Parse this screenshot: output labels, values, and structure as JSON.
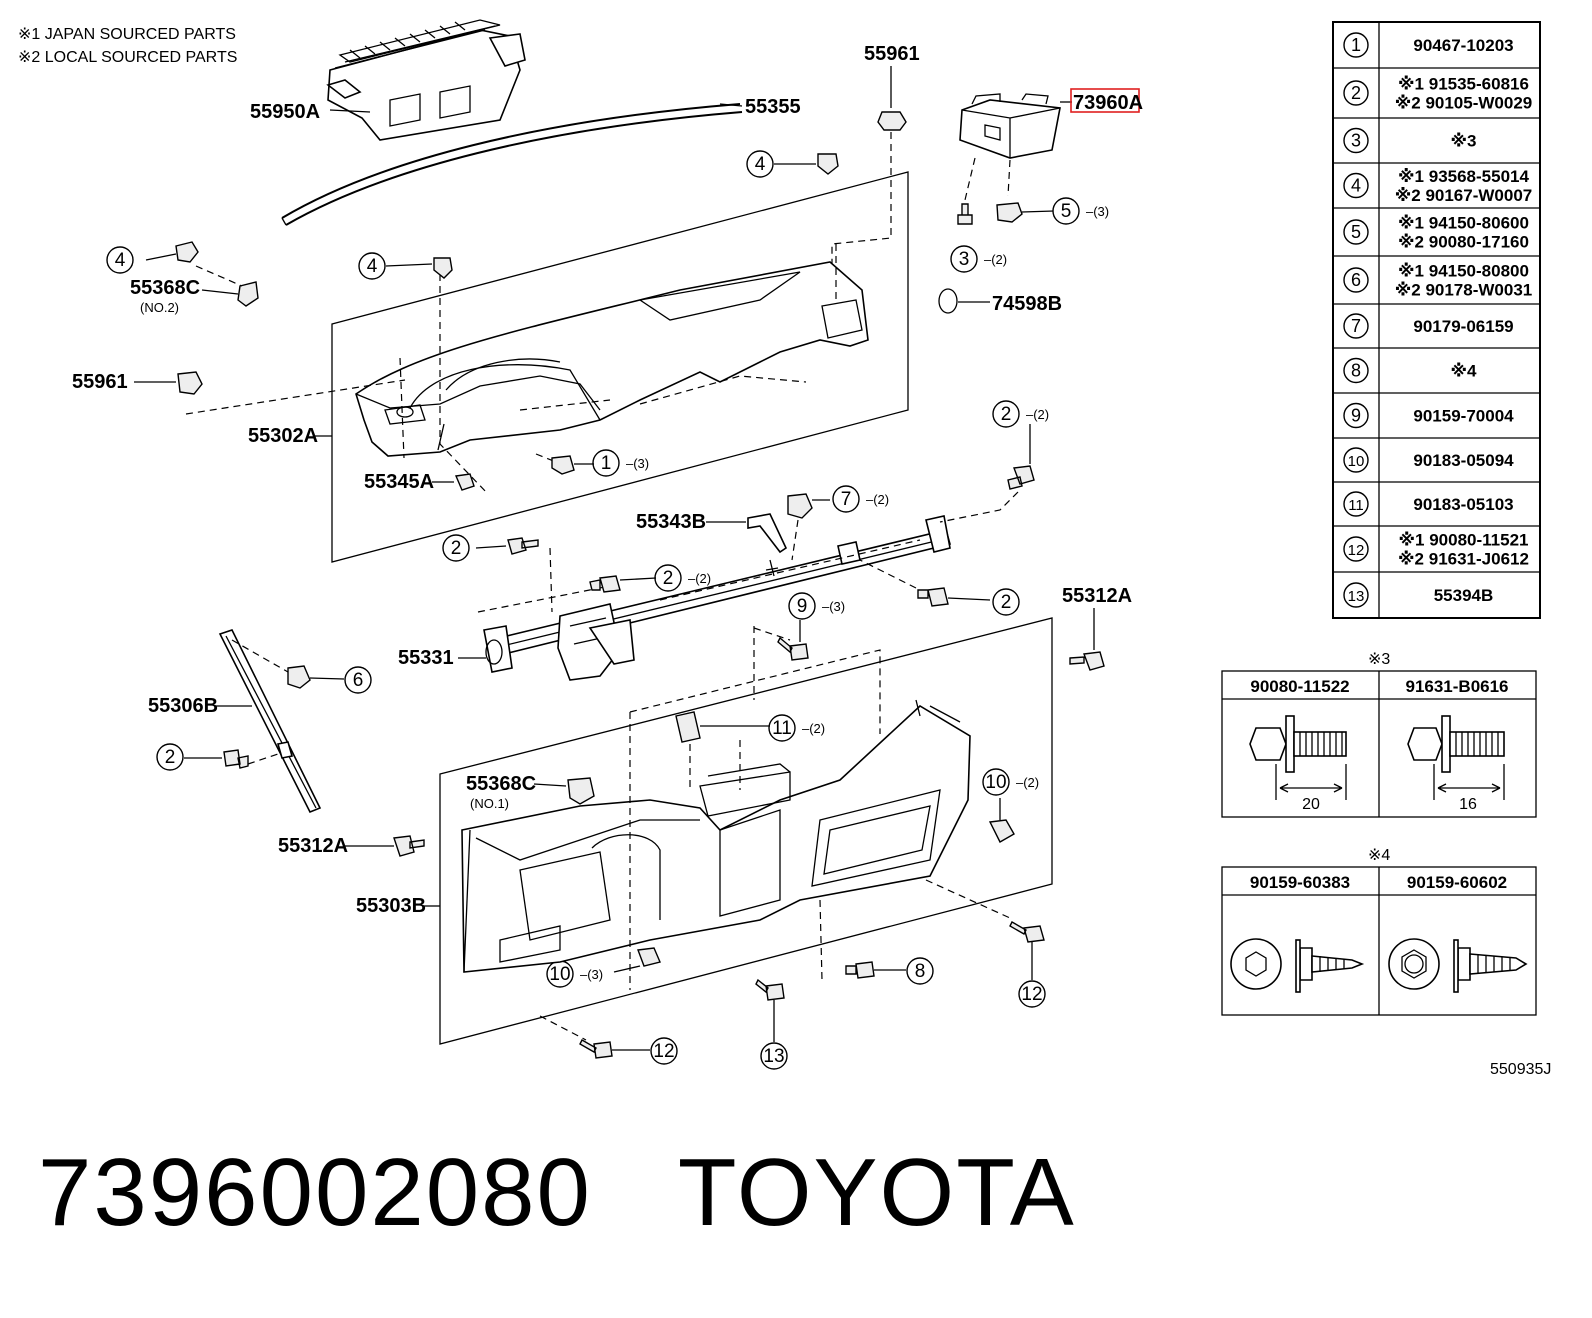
{
  "notes": [
    "※1 JAPAN SOURCED PARTS",
    "※2 LOCAL SOURCED PARTS"
  ],
  "highlight_color": "#e02020",
  "labels": {
    "p55950A": "55950A",
    "p55355": "55355",
    "p55961_top": "55961",
    "p73960A": "73960A",
    "p55368C_no2": "55368C",
    "no2": "(NO.2)",
    "p74598B": "74598B",
    "p55961_left": "55961",
    "p55302A": "55302A",
    "p55345A": "55345A",
    "p55343B": "55343B",
    "p55331": "55331",
    "p55312A_right": "55312A",
    "p55306B": "55306B",
    "p55368C_no1": "55368C",
    "no1": "(NO.1)",
    "p55312A_left": "55312A",
    "p55303B": "55303B"
  },
  "callouts": {
    "c4a": {
      "num": "4",
      "qty": ""
    },
    "c4b": {
      "num": "4",
      "qty": ""
    },
    "c4c": {
      "num": "4",
      "qty": ""
    },
    "c5": {
      "num": "5",
      "qty": "(3)"
    },
    "c3": {
      "num": "3",
      "qty": "(2)"
    },
    "c1": {
      "num": "1",
      "qty": "(3)"
    },
    "c2top": {
      "num": "2",
      "qty": "(2)"
    },
    "c7": {
      "num": "7",
      "qty": "(2)"
    },
    "c2left": {
      "num": "2",
      "qty": ""
    },
    "c2mid": {
      "num": "2",
      "qty": "(2)"
    },
    "c2right": {
      "num": "2",
      "qty": ""
    },
    "c9": {
      "num": "9",
      "qty": "(3)"
    },
    "c6": {
      "num": "6",
      "qty": ""
    },
    "c11": {
      "num": "11",
      "qty": "(2)"
    },
    "c2strap": {
      "num": "2",
      "qty": ""
    },
    "c10right": {
      "num": "10",
      "qty": "(2)"
    },
    "c10bottom": {
      "num": "10",
      "qty": "(3)"
    },
    "c8": {
      "num": "8",
      "qty": ""
    },
    "c12right": {
      "num": "12",
      "qty": ""
    },
    "c12bottom": {
      "num": "12",
      "qty": ""
    },
    "c13": {
      "num": "13",
      "qty": ""
    }
  },
  "parts_table": [
    {
      "num": "1",
      "lines": [
        "90467-10203"
      ]
    },
    {
      "num": "2",
      "lines": [
        "※1 91535-60816",
        "※2 90105-W0029"
      ]
    },
    {
      "num": "3",
      "lines": [
        "※3"
      ]
    },
    {
      "num": "4",
      "lines": [
        "※1 93568-55014",
        "※2 90167-W0007"
      ]
    },
    {
      "num": "5",
      "lines": [
        "※1 94150-80600",
        "※2 90080-17160"
      ]
    },
    {
      "num": "6",
      "lines": [
        "※1 94150-80800",
        "※2 90178-W0031"
      ]
    },
    {
      "num": "7",
      "lines": [
        "90179-06159"
      ]
    },
    {
      "num": "8",
      "lines": [
        "※4"
      ]
    },
    {
      "num": "9",
      "lines": [
        "90159-70004"
      ]
    },
    {
      "num": "10",
      "lines": [
        "90183-05094"
      ]
    },
    {
      "num": "11",
      "lines": [
        "90183-05103"
      ]
    },
    {
      "num": "12",
      "lines": [
        "※1 90080-11521",
        "※2 91631-J0612"
      ]
    },
    {
      "num": "13",
      "lines": [
        "55394B"
      ]
    }
  ],
  "table3": {
    "title": "※3",
    "cols": [
      "90080-11522",
      "91631-B0616"
    ],
    "dims": [
      "20",
      "16"
    ]
  },
  "table4": {
    "title": "※4",
    "cols": [
      "90159-60383",
      "90159-60602"
    ]
  },
  "ref_code": "550935J",
  "footer": {
    "part_number": "7396002080",
    "brand": "TOYOTA"
  }
}
